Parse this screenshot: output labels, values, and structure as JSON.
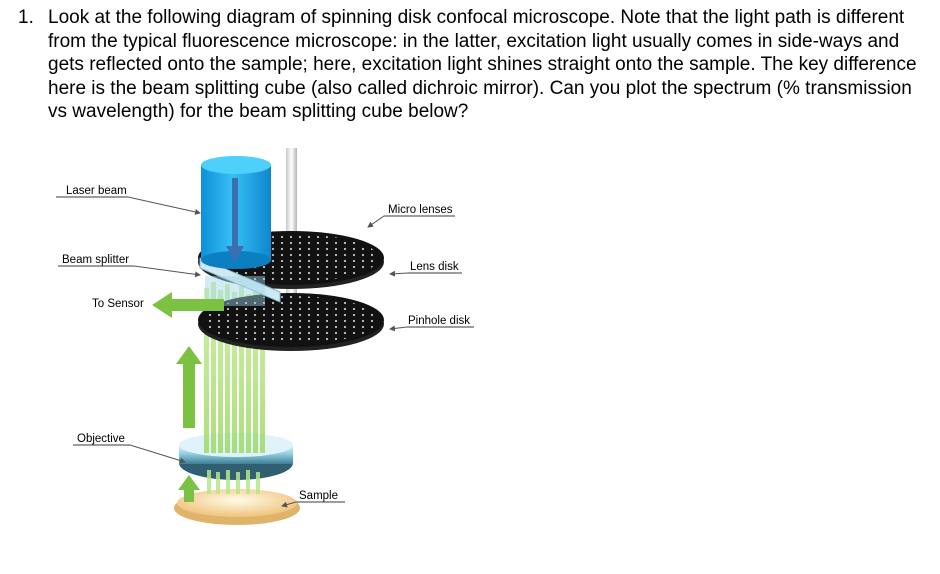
{
  "question": {
    "number": "1.",
    "text": "Look at the following diagram of spinning disk confocal microscope. Note that the light path is different from the typical fluorescence microscope: in the latter, excitation light usually comes in side-ways and gets reflected onto the sample; here, excitation light shines straight onto the sample. The key difference here is the beam splitting cube (also called dichroic mirror). Can you plot the spectrum (% transmission vs wavelength) for the beam splitting cube below?"
  },
  "diagram": {
    "labels": {
      "laser_beam": "Laser beam",
      "beam_splitter": "Beam splitter",
      "to_sensor": "To Sensor",
      "objective": "Objective",
      "micro_lenses": "Micro lenses",
      "lens_disk": "Lens disk",
      "pinhole_disk": "Pinhole disk",
      "sample": "Sample"
    },
    "colors": {
      "laser": "#1aa8e8",
      "emission": "#8fd14f",
      "disk": "#1a1a1a",
      "objective": "#b8e0ee",
      "sample": "#f5d9a0"
    }
  }
}
